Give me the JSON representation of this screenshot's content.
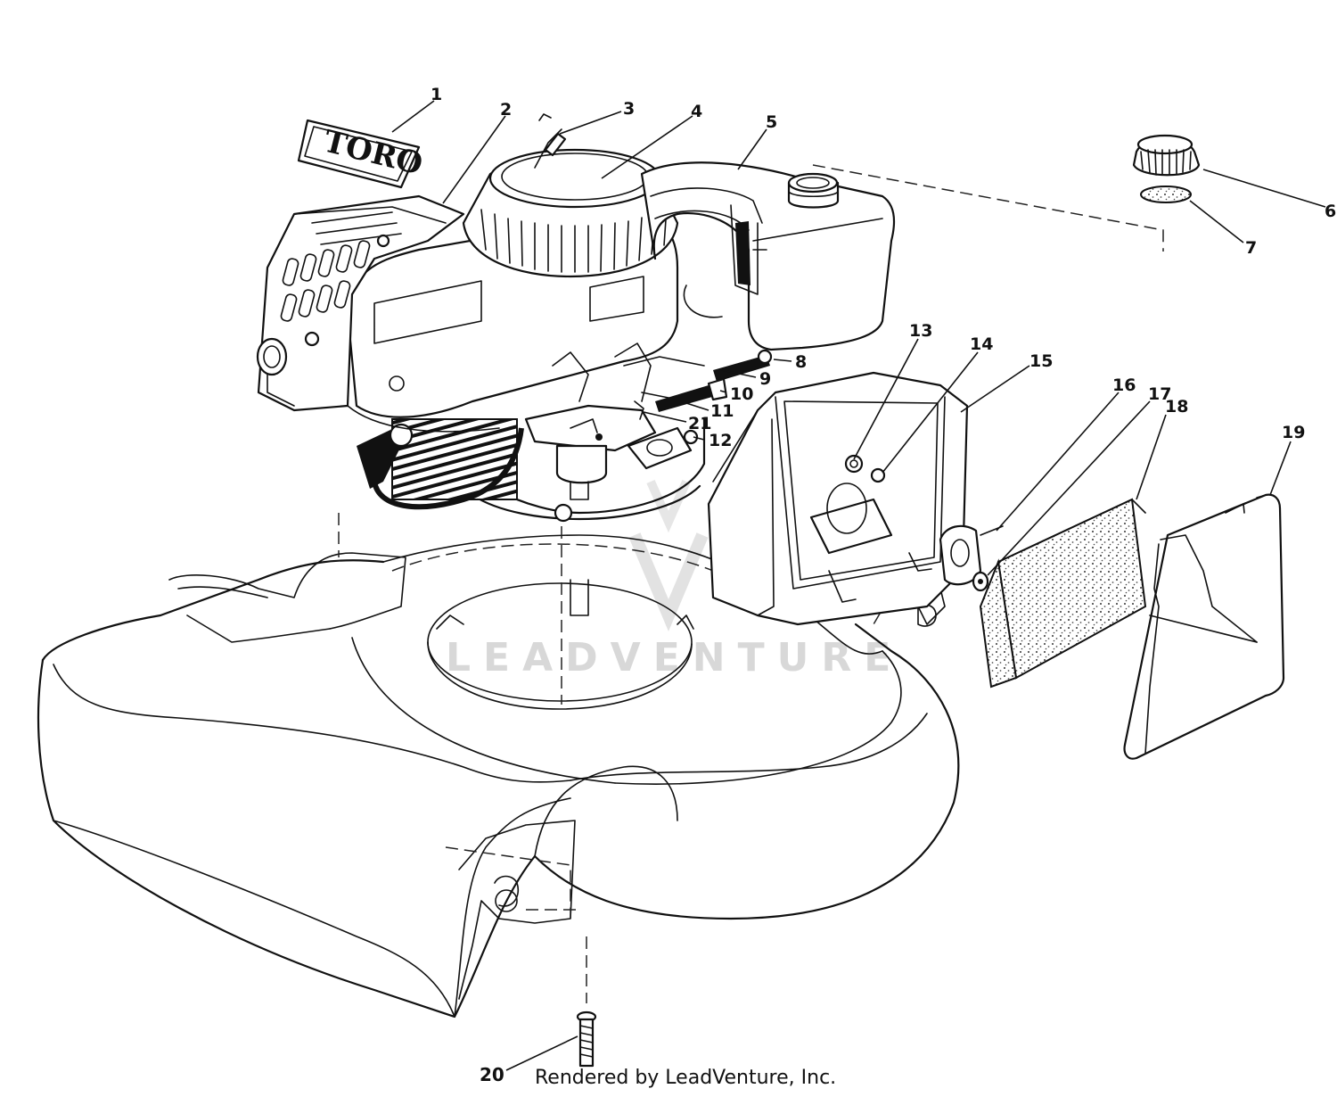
{
  "logo_text": "TORO",
  "watermark_text": "LEADVENTURE",
  "credit_text": "Rendered by LeadVenture, Inc.",
  "callouts": [
    {
      "id": "1",
      "text": "1"
    },
    {
      "id": "2",
      "text": "2"
    },
    {
      "id": "3",
      "text": "3"
    },
    {
      "id": "4",
      "text": "4"
    },
    {
      "id": "5",
      "text": "5"
    },
    {
      "id": "6",
      "text": "6"
    },
    {
      "id": "7",
      "text": "7"
    },
    {
      "id": "8",
      "text": "8"
    },
    {
      "id": "9",
      "text": "9"
    },
    {
      "id": "10",
      "text": "10"
    },
    {
      "id": "11",
      "text": "11"
    },
    {
      "id": "12",
      "text": "12"
    },
    {
      "id": "13",
      "text": "13"
    },
    {
      "id": "14",
      "text": "14"
    },
    {
      "id": "15",
      "text": "15"
    },
    {
      "id": "16",
      "text": "16"
    },
    {
      "id": "17",
      "text": "17"
    },
    {
      "id": "18",
      "text": "18"
    },
    {
      "id": "19",
      "text": "19"
    },
    {
      "id": "20",
      "text": "20"
    },
    {
      "id": "21",
      "text": "21"
    }
  ]
}
